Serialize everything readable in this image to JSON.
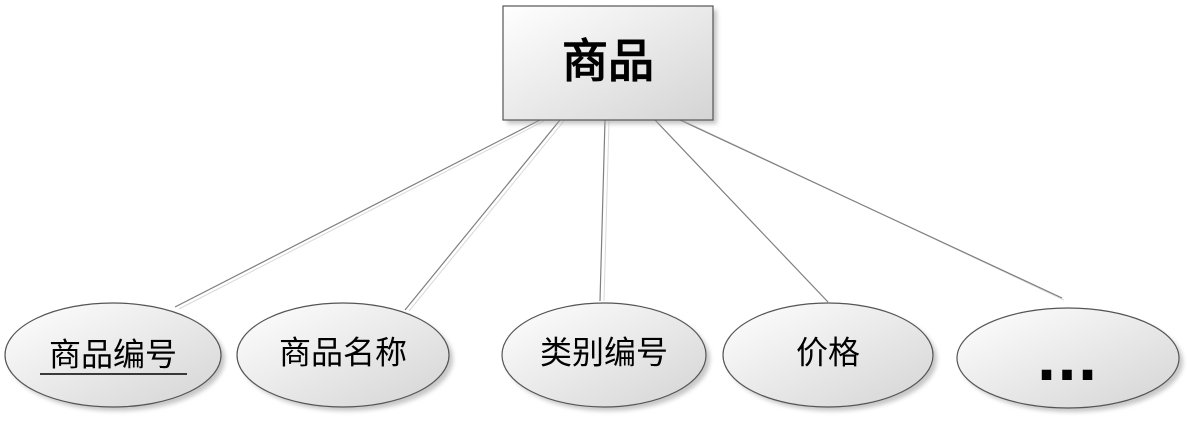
{
  "entity": {
    "label": "商品"
  },
  "attributes": [
    {
      "label": "商品编号",
      "primary_key": true
    },
    {
      "label": "商品名称",
      "primary_key": false
    },
    {
      "label": "类别编号",
      "primary_key": false
    },
    {
      "label": "价格",
      "primary_key": false
    },
    {
      "label": "...",
      "primary_key": false
    }
  ],
  "colors": {
    "outline": "#555555",
    "fill_light": "#ffffff",
    "fill_dark": "#d6d6d6",
    "connector": "#7f7f7f"
  }
}
